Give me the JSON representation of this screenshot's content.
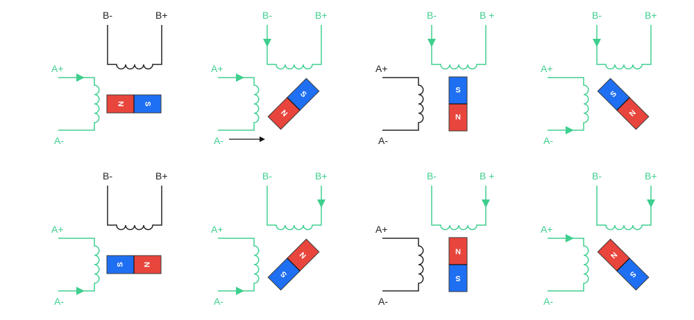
{
  "colors": {
    "energized": "#3ecf8e",
    "inactive": "#222222",
    "north": "#e8453c",
    "south": "#1f6ff2",
    "arrow": "#111111"
  },
  "panels": [
    {
      "id": "r1c1",
      "magnet_angle": 0,
      "magnet_left": "N",
      "magnet_right": "S",
      "coil_a": "active",
      "coil_b": "inactive",
      "arrow_a": "in",
      "arrow_b": "none",
      "labels": {
        "a_plus": "A+",
        "a_minus": "A-",
        "b_minus": "B-",
        "b_plus": "B+"
      }
    },
    {
      "id": "r1c2",
      "magnet_angle": -45,
      "magnet_left": "N",
      "magnet_right": "S",
      "coil_a": "active",
      "coil_b": "active",
      "arrow_a": "in",
      "arrow_b": "down_left",
      "labels": {
        "a_plus": "A+",
        "a_minus": "A-",
        "b_minus": "B-",
        "b_plus": "B+"
      }
    },
    {
      "id": "r1c3",
      "magnet_angle": -90,
      "magnet_left": "N",
      "magnet_right": "S",
      "coil_a": "inactive",
      "coil_b": "active",
      "arrow_a": "none",
      "arrow_b": "down_left",
      "labels": {
        "a_plus": "A+",
        "a_minus": "A-",
        "b_minus": "B-",
        "b_plus": "B +"
      }
    },
    {
      "id": "r1c4",
      "magnet_angle": -135,
      "magnet_left": "N",
      "magnet_right": "S",
      "coil_a": "active",
      "coil_b": "active",
      "arrow_a": "out",
      "arrow_b": "down_left",
      "labels": {
        "a_plus": "A+",
        "a_minus": "A-",
        "b_minus": "B-",
        "b_plus": "B+"
      }
    },
    {
      "id": "r2c1",
      "magnet_angle": 180,
      "magnet_left": "N",
      "magnet_right": "S",
      "coil_a": "active",
      "coil_b": "inactive",
      "arrow_a": "out",
      "arrow_b": "none",
      "labels": {
        "a_plus": "A+",
        "a_minus": "A-",
        "b_minus": "B-",
        "b_plus": "B+"
      }
    },
    {
      "id": "r2c2",
      "magnet_angle": 135,
      "magnet_left": "N",
      "magnet_right": "S",
      "coil_a": "active",
      "coil_b": "active",
      "arrow_a": "out",
      "arrow_b": "down_right",
      "labels": {
        "a_plus": "A+",
        "a_minus": "A-",
        "b_minus": "B-",
        "b_plus": "B+"
      }
    },
    {
      "id": "r2c3",
      "magnet_angle": 90,
      "magnet_left": "N",
      "magnet_right": "S",
      "coil_a": "inactive",
      "coil_b": "active",
      "arrow_a": "none",
      "arrow_b": "down_right",
      "labels": {
        "a_plus": "A+",
        "a_minus": "A-",
        "b_minus": "B-",
        "b_plus": "B +"
      }
    },
    {
      "id": "r2c4",
      "magnet_angle": 45,
      "magnet_left": "N",
      "magnet_right": "S",
      "coil_a": "active",
      "coil_b": "active",
      "arrow_a": "in",
      "arrow_b": "down_right",
      "labels": {
        "a_plus": "A+",
        "a_minus": "A-",
        "b_minus": "B-",
        "b_plus": "B+"
      }
    }
  ],
  "rotation_arrow": {
    "panel": "r1c2",
    "icon": "right-arrow-icon"
  }
}
